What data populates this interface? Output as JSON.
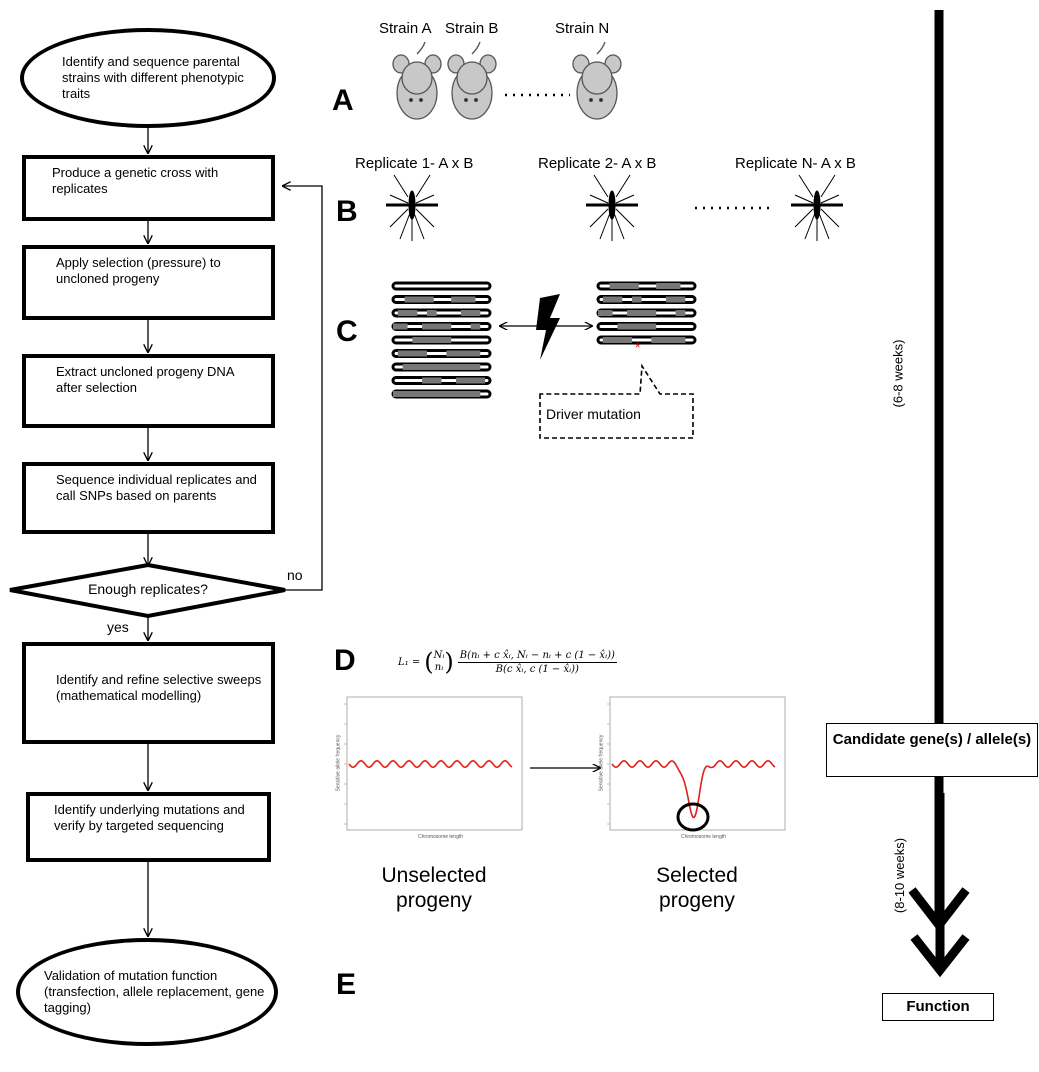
{
  "flowchart": {
    "start": "Identify and sequence parental strains with different phenotypic traits",
    "step_cross": "Produce a genetic cross with replicates",
    "step_selection": "Apply selection (pressure) to uncloned progeny",
    "step_extract": "Extract uncloned progeny DNA after selection",
    "step_sequence": "Sequence individual replicates and call SNPs based on parents",
    "decision": "Enough replicates?",
    "no_label": "no",
    "yes_label": "yes",
    "step_sweeps": "Identify and refine selective sweeps (mathematical modelling)",
    "step_mutations": "Identify underlying mutations and verify by targeted sequencing",
    "end": "Validation of mutation function (transfection, allele replacement, gene tagging)"
  },
  "panels": {
    "A": {
      "letter": "A",
      "strains": [
        "Strain A",
        "Strain B",
        "Strain N"
      ],
      "icon": "mouse-icon"
    },
    "B": {
      "letter": "B",
      "replicates": [
        "Replicate 1- A x B",
        "Replicate 2- A x B",
        "Replicate N- A x B"
      ],
      "icon": "mosquito-icon"
    },
    "C": {
      "letter": "C",
      "callout": "Driver mutation",
      "icon": "lightning-icon"
    },
    "D": {
      "letter": "D",
      "formula": "L₁ = (Nᵢ nᵢ) · B(nᵢ + c x̂ᵢ, Nᵢ − nᵢ + c(1 − x̂ᵢ)) / B(c x̂ᵢ, c(1 − x̂ᵢ))",
      "formula_lhs": "L₁ =",
      "formula_binom_top": "Nᵢ",
      "formula_binom_bottom": "nᵢ",
      "formula_num": "B(nᵢ + c x̂ᵢ, Nᵢ − nᵢ + c (1 − x̂ᵢ))",
      "formula_den": "B(c x̂ᵢ, c (1 − x̂ᵢ))",
      "plot_xlabel": "Chromosome length",
      "plot_ylabel": "Sensitive allele frequency",
      "unselected": "Unselected progeny",
      "selected": "Selected progeny",
      "line_color": "#e0201c"
    },
    "E": {
      "letter": "E"
    }
  },
  "timeline": {
    "duration1": "(6-8 weeks)",
    "duration2": "(8-10 weeks)",
    "candidate": "Candidate gene(s) / allele(s)",
    "function": "Function"
  }
}
